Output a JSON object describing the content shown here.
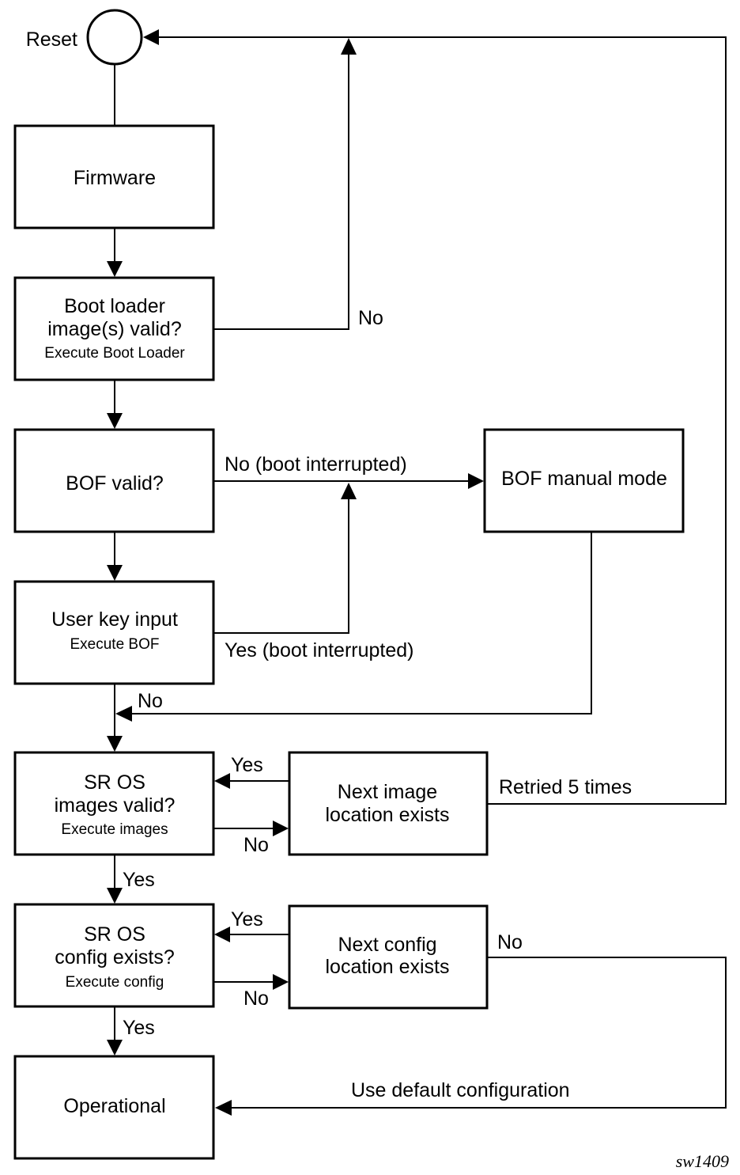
{
  "diagram": {
    "reset_label": "Reset",
    "nodes": {
      "firmware": {
        "title": "Firmware"
      },
      "bootloader": {
        "line1": "Boot loader",
        "line2": "image(s) valid?",
        "sub": "Execute Boot Loader"
      },
      "bof": {
        "title": "BOF valid?"
      },
      "userkey": {
        "title": "User key input",
        "sub": "Execute BOF"
      },
      "bofmanual": {
        "title": "BOF manual mode"
      },
      "srimages": {
        "line1": "SR OS",
        "line2": "images valid?",
        "sub": "Execute images"
      },
      "nextimage": {
        "line1": "Next image",
        "line2": "location exists"
      },
      "srconfig": {
        "line1": "SR OS",
        "line2": "config exists?",
        "sub": "Execute config"
      },
      "nextconfig": {
        "line1": "Next config",
        "line2": "location exists"
      },
      "operational": {
        "title": "Operational"
      }
    },
    "edge_labels": {
      "bootloader_no": "No",
      "bof_no": "No (boot interrupted)",
      "userkey_yes": "Yes (boot interrupted)",
      "userkey_no": "No",
      "images_yes_back": "Yes",
      "images_no": "No",
      "retried": "Retried 5 times",
      "images_yes": "Yes",
      "config_yes_back": "Yes",
      "config_no": "No",
      "nextconfig_no": "No",
      "default_config": "Use default configuration",
      "config_yes": "Yes"
    },
    "figure_id": "sw1409"
  }
}
